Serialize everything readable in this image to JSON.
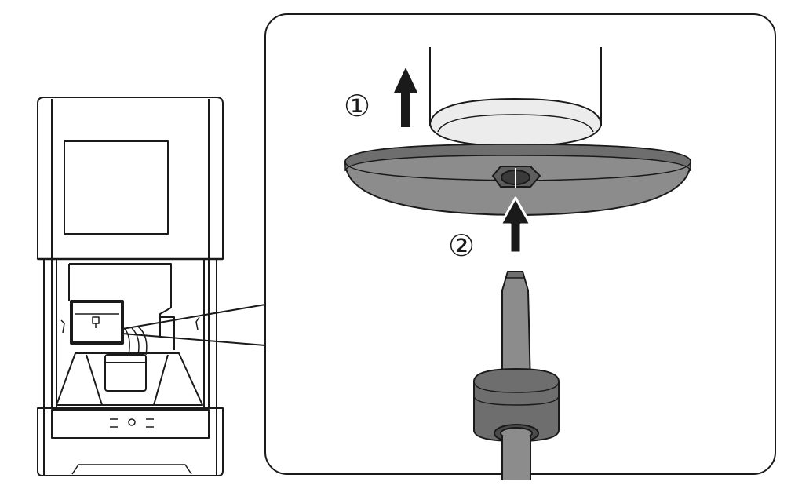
{
  "steps": [
    {
      "label": "①",
      "direction": "up"
    },
    {
      "label": "②",
      "direction": "up"
    }
  ],
  "colors": {
    "line": "#1a1a1a",
    "fill_grey": "#8c8c8c",
    "fill_grey_dark": "#6e6e6e",
    "fill_light": "#ececec",
    "background": "#ffffff"
  },
  "icons": {
    "machine": "milling-machine-icon",
    "spindle": "spindle-icon",
    "nozzle": "air-nozzle-icon",
    "arrow": "arrow-up-icon"
  }
}
